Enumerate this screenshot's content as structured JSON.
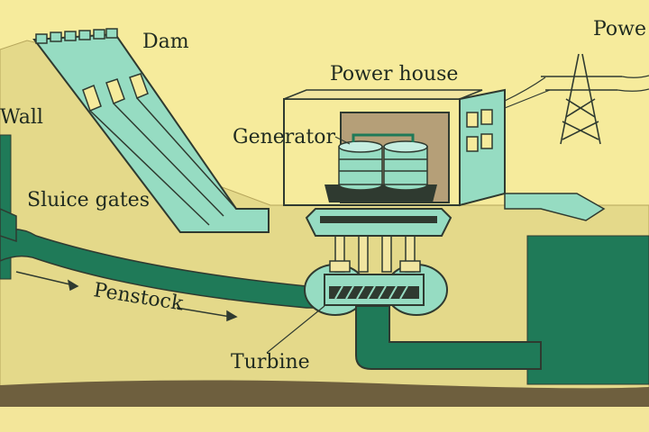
{
  "labels": {
    "dam": "Dam",
    "power_house": "Power house",
    "power_lines": "Powe",
    "wall": "Wall",
    "generator": "Generator",
    "sluice_gates": "Sluice gates",
    "penstock": "Penstock",
    "turbine": "Turbine"
  },
  "colors": {
    "paper": "#f6eb9c",
    "ground": "#e4d98a",
    "water_dark": "#1f7a58",
    "water_light": "#96dcc2",
    "outline": "#2f3a30",
    "bedrock": "#6e5f3e",
    "brown": "#b59f78"
  }
}
